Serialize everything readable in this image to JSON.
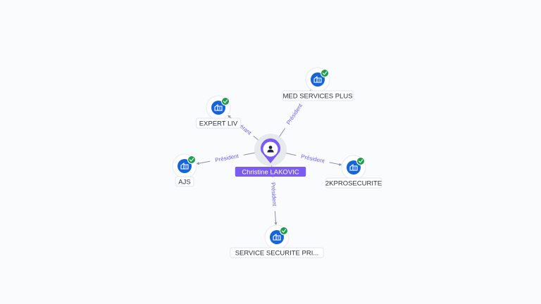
{
  "colors": {
    "accent": "#7b5cf0",
    "company": "#1565d8",
    "verified": "#1e9e4a",
    "edge": "#8d8fa3",
    "edge_label": "#6c63e0"
  },
  "center": {
    "name": "Christine LAKOVIC",
    "icon": "person-icon"
  },
  "companies": [
    {
      "id": "expert-liv",
      "name": "EXPERT LIV",
      "role": "Gérant",
      "icon": "building-icon",
      "verified": true
    },
    {
      "id": "med-services-plus",
      "name": "MED SERVICES PLUS",
      "role": "Président",
      "icon": "building-icon",
      "verified": true
    },
    {
      "id": "ajs",
      "name": "AJS",
      "role": "Président",
      "icon": "building-icon",
      "verified": true
    },
    {
      "id": "2kprosecurite",
      "name": "2KPROSECURITE",
      "role": "Président",
      "icon": "building-icon",
      "verified": true
    },
    {
      "id": "service-securite-pri",
      "name": "SERVICE SECURITE PRI...",
      "role": "Président",
      "icon": "building-icon",
      "verified": true
    }
  ]
}
